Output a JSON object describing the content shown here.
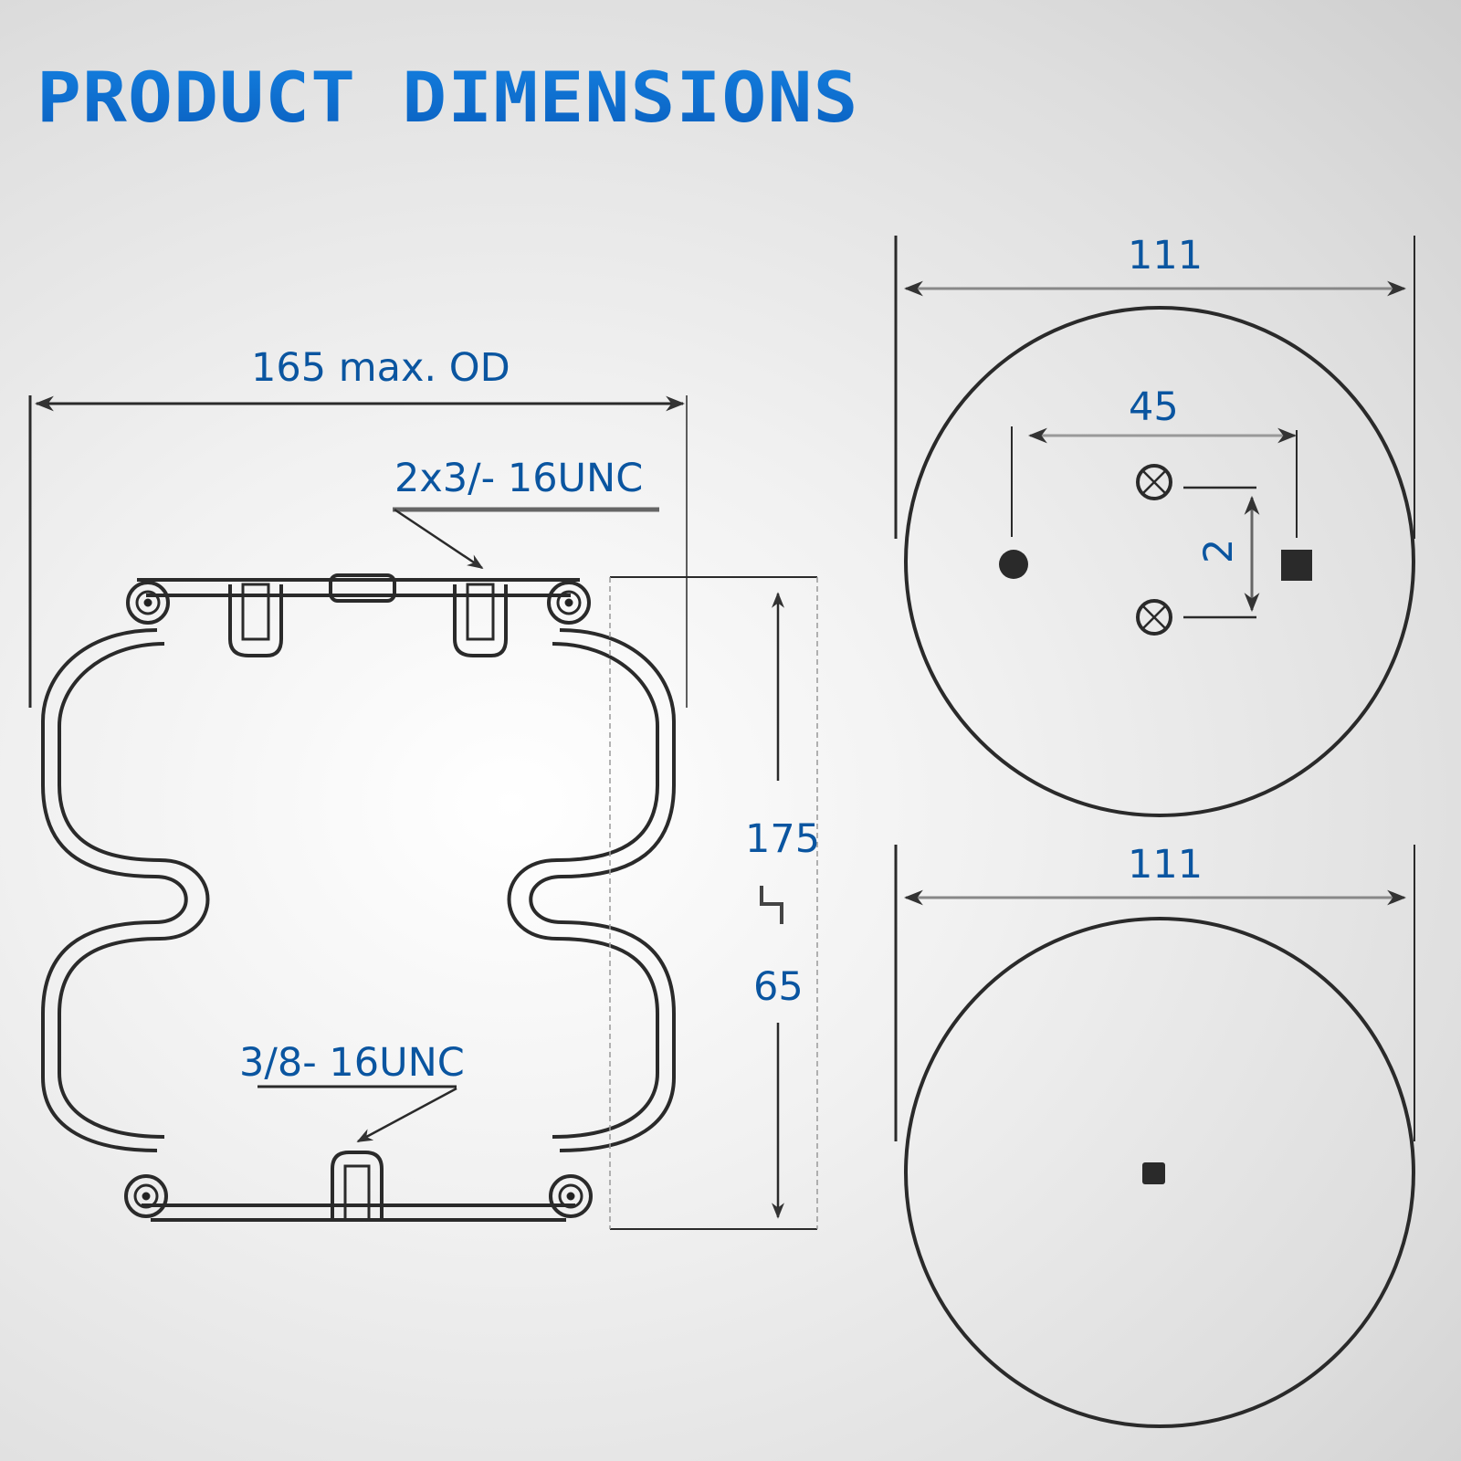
{
  "header": {
    "title": "PRODUCT DIMENSIONS"
  },
  "colors": {
    "title": "#0a72d4",
    "dimension_text": "#0a55a0",
    "line": "#333333"
  },
  "side_view": {
    "width_label": "165 max. OD",
    "top_thread_label": "2x3/- 16UNC",
    "bottom_thread_label": "3/8- 16UNC",
    "max_height_label": "175",
    "min_height_label": "65",
    "range_symbol": "⌇"
  },
  "top_plate_view": {
    "diameter_label": "111",
    "bolt_spacing_label": "45",
    "offset_label": "2"
  },
  "bottom_plate_view": {
    "diameter_label": "111"
  }
}
